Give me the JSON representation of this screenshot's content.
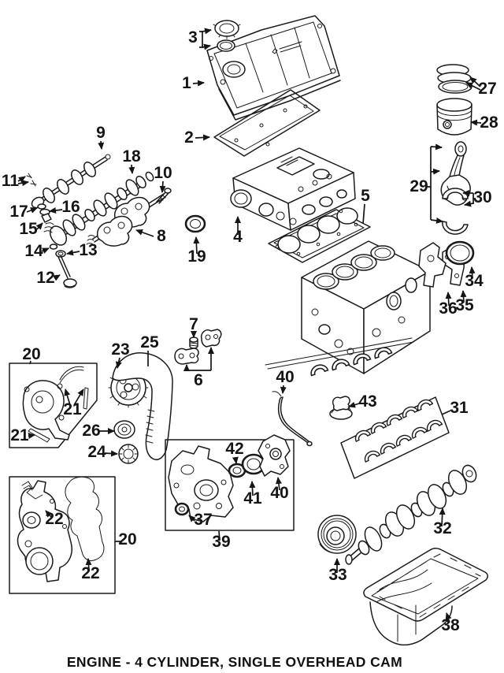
{
  "caption": "ENGINE - 4 CYLINDER, SINGLE OVERHEAD CAM",
  "colors": {
    "ink": "#1a1a1a",
    "paper": "#ffffff"
  },
  "callouts": [
    "3",
    "1",
    "2",
    "4",
    "5",
    "19",
    "9",
    "18",
    "10",
    "11",
    "17",
    "16",
    "15",
    "8",
    "14",
    "13",
    "12",
    "27",
    "28",
    "29",
    "30",
    "34",
    "35",
    "36",
    "20",
    "21",
    "21",
    "23",
    "25",
    "7",
    "6",
    "26",
    "24",
    "42",
    "41",
    "40",
    "37",
    "39",
    "40",
    "43",
    "31",
    "32",
    "33",
    "38",
    "22",
    "22",
    "20"
  ]
}
